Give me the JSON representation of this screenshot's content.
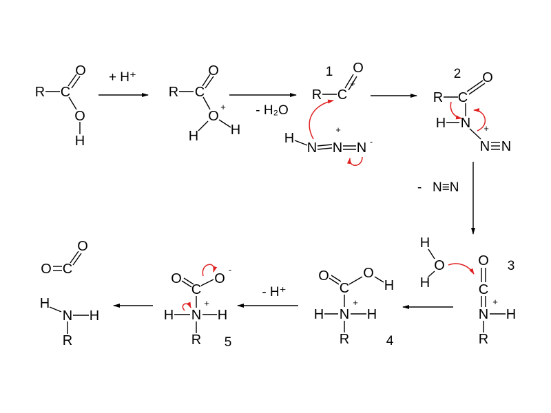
{
  "colors": {
    "ink": "#000000",
    "electron_arrow": "#e02020",
    "background": "#ffffff"
  },
  "steps": {
    "protonation": "+ H⁺",
    "dehydration": "- H₂O",
    "nitrogen_loss_prefix": "-",
    "nitrogen_loss": "N≡N",
    "deprotonation": "- H⁺"
  },
  "compound_numbers": [
    "1",
    "2",
    "3",
    "4",
    "5"
  ],
  "molecules": {
    "carboxylic_acid": {
      "atoms": [
        "R",
        "C",
        "O",
        "O",
        "H"
      ]
    },
    "protonated_acid": {
      "atoms": [
        "R",
        "C",
        "O",
        "O",
        "H",
        "H"
      ],
      "charges": [
        "+"
      ]
    },
    "acylium_1": {
      "atoms": [
        "R",
        "C",
        "O"
      ],
      "charges": [
        "+"
      ]
    },
    "hydrazoic_acid": {
      "atoms": [
        "H",
        "N",
        "N",
        "N"
      ],
      "charges": [
        "+",
        "-"
      ]
    },
    "azide_adduct_2": {
      "atoms": [
        "R",
        "C",
        "O",
        "H",
        "N",
        "N",
        "N"
      ],
      "charges": [
        "+"
      ]
    },
    "water": {
      "atoms": [
        "H",
        "O",
        "H"
      ]
    },
    "isocyanate_cation_3": {
      "atoms": [
        "O",
        "C",
        "N",
        "H",
        "R"
      ],
      "charges": [
        "+"
      ]
    },
    "carbamic_acid_4": {
      "atoms": [
        "O",
        "C",
        "O",
        "H",
        "H",
        "N",
        "H",
        "R"
      ],
      "charges": [
        "+"
      ]
    },
    "carbamate_5": {
      "atoms": [
        "O",
        "C",
        "O",
        "H",
        "N",
        "H",
        "R"
      ],
      "charges": [
        "-",
        "+"
      ]
    },
    "carbon_dioxide": {
      "atoms": [
        "O",
        "C",
        "O"
      ]
    },
    "amine": {
      "atoms": [
        "H",
        "N",
        "H",
        "R"
      ]
    }
  }
}
